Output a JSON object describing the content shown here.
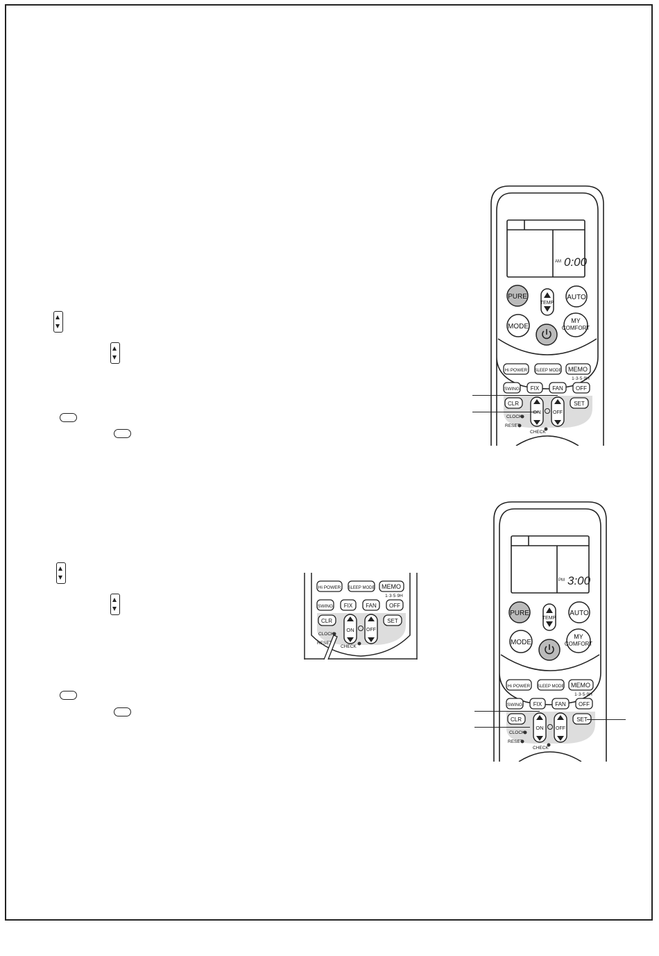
{
  "remote_top": {
    "display_time": "0:00",
    "display_ampm": "AM"
  },
  "remote_bottom": {
    "display_time": "3:00",
    "display_ampm": "PM"
  },
  "buttons": {
    "pure": "PURE",
    "temp": "TEMP.",
    "auto": "AUTO",
    "mode": "MODE",
    "my_comfort_1": "MY",
    "my_comfort_2": "COMFORT",
    "hi_power": "Hi POWER",
    "sleep_mode": "SLEEP MODE",
    "memo": "MEMO",
    "timer_hours": "1·3·5·9H",
    "swing": "SWING",
    "fix": "FIX",
    "fan": "FAN",
    "off": "OFF",
    "clr": "CLR",
    "on": "ON",
    "set": "SET",
    "clock": "CLOCK",
    "reset": "RESET",
    "check": "CHECK"
  },
  "icons": {
    "updown": "up-down-arrow-button",
    "pill": "oval-button",
    "power": "power-symbol",
    "timer": "clock-symbol"
  }
}
